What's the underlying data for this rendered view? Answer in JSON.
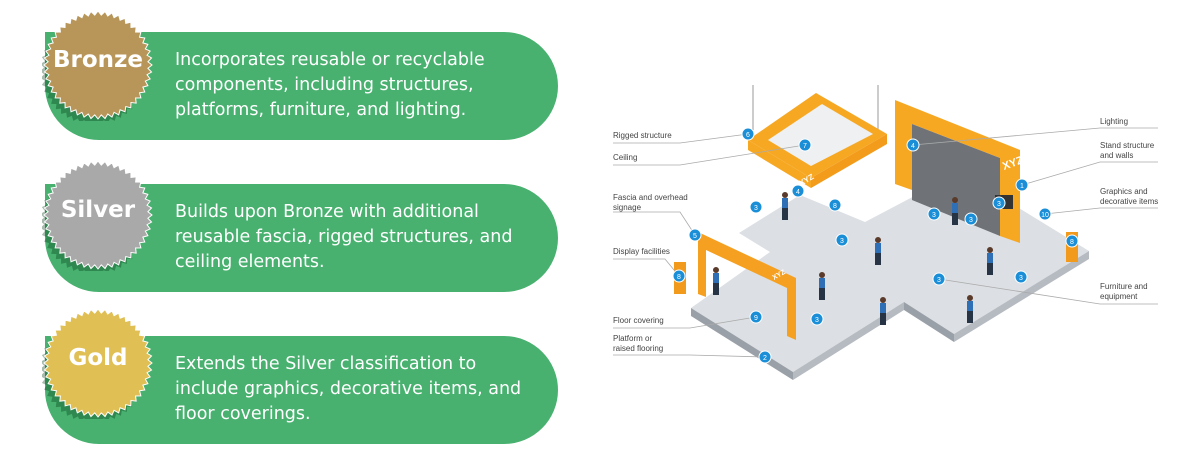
{
  "tiers": [
    {
      "name": "Bronze",
      "description": "Incorporates reusable or recyclable components, including structures, platforms, furniture, and lighting.",
      "color": "#b8965a"
    },
    {
      "name": "Silver",
      "description": "Builds upon Bronze with additional reusable fascia, rigged structures, and ceiling elements.",
      "color": "#a9a9a9"
    },
    {
      "name": "Gold",
      "description": "Extends the Silver classification to include graphics, decorative items, and floor coverings.",
      "color": "#e0bf55"
    }
  ],
  "accent": "#48b16f",
  "diagram": {
    "labels_left": [
      "Rigged structure",
      "Ceiling",
      "Fascia and overhead signage",
      "Display facilities",
      "Floor covering",
      "Platform or raised flooring"
    ],
    "labels_right": [
      "Lighting",
      "Stand structure and walls",
      "Graphics and decorative items",
      "Furniture and equipment"
    ],
    "brand_text": "XYZ",
    "markers": [
      "6",
      "7",
      "4",
      "4",
      "8",
      "3",
      "1",
      "3",
      "10",
      "3",
      "3",
      "5",
      "3",
      "8",
      "8",
      "3",
      "3",
      "9",
      "3",
      "2"
    ]
  }
}
